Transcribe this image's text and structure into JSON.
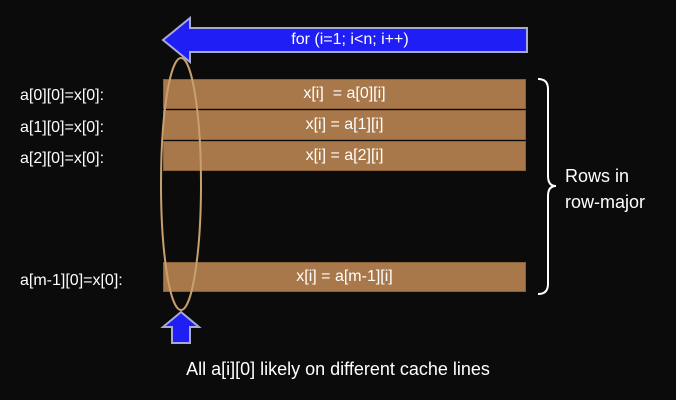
{
  "loop_label": "for (i=1; i<n; i++)",
  "rows": [
    {
      "label": "a[0][0]=x[0]:",
      "bar_text": "x[i]  = a[0][i]"
    },
    {
      "label": "a[1][0]=x[0]:",
      "bar_text": "x[i] = a[1][i]"
    },
    {
      "label": "a[2][0]=x[0]:",
      "bar_text": "x[i] = a[2][i]"
    },
    {
      "label": "a[m-1][0]=x[0]:",
      "bar_text": "x[i] = a[m-1][i]"
    }
  ],
  "side_note": {
    "line1": "Rows in",
    "line2": "row-major"
  },
  "caption": "All a[i][0] likely on different cache lines",
  "colors": {
    "background": "#0b0b0b",
    "row_fill": "#a8784a",
    "arrow_fill": "#1e1ef5",
    "ellipse_stroke": "#c8a06e",
    "text": "#ffffff"
  }
}
